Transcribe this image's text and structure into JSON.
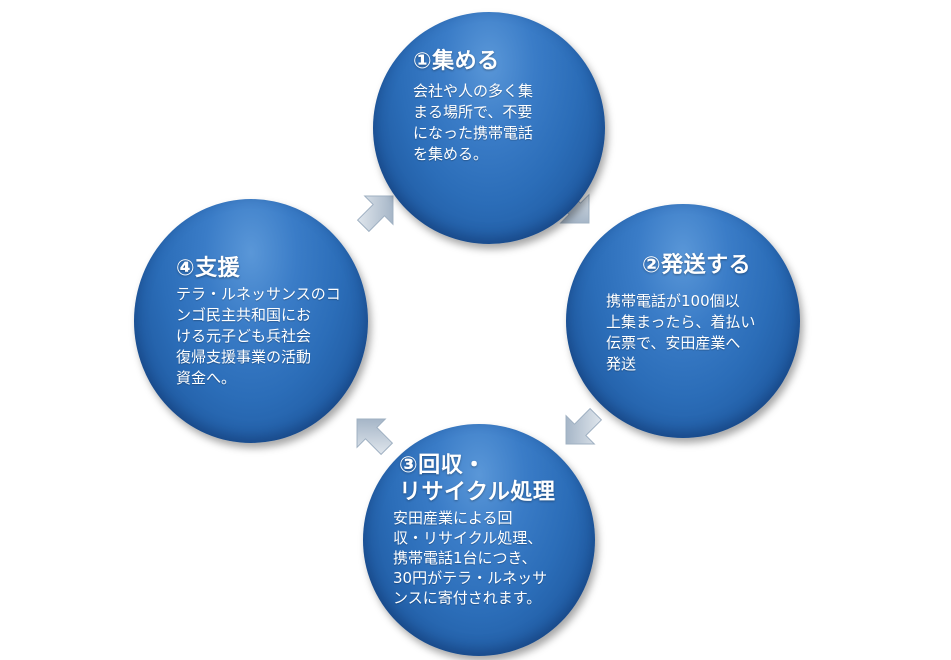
{
  "steps": [
    {
      "title": "①集める",
      "body": "会社や人の多く集\nまる場所で、不要\nになった携帯電話\nを集める。"
    },
    {
      "title": "②発送する",
      "body": "携帯電話が100個以\n上集まったら、着払い\n伝票で、安田産業へ\n発送"
    },
    {
      "title": "③回収・\nリサイクル処理",
      "body": "安田産業による回\n収・リサイクル処理、\n携帯電話1台につき、\n30円がテラ・ルネッサ\nンスに寄付されます。"
    },
    {
      "title": "④支援",
      "body": "テラ・ルネッサンスのコ\nンゴ民主共和国にお\nける元子ども兵社会\n復帰支援事業の活動\n資金へ。"
    }
  ],
  "colors": {
    "circle_main": "#2b6db8",
    "circle_light": "#5a97d8",
    "circle_dark": "#174a8a",
    "arrow_light": "#dfe6ee",
    "arrow_dark": "#8ea2b8",
    "text": "#ffffff"
  }
}
